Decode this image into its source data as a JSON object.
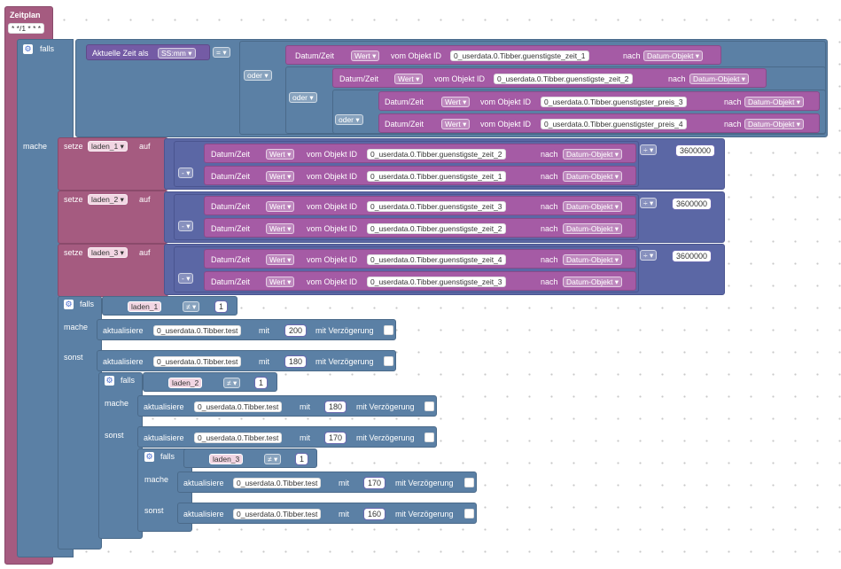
{
  "header": {
    "title": "Zeitplan",
    "cron": "* */1 * * *"
  },
  "kw": {
    "falls": "falls",
    "mache": "mache",
    "sonst": "sonst",
    "oder": "oder",
    "setze": "setze",
    "auf": "auf",
    "datum_zeit": "Datum/Zeit",
    "vom_objekt": "vom Objekt ID",
    "nach": "nach",
    "aktuelle_zeit": "Aktuelle Zeit als",
    "aktualisiere": "aktualisiere",
    "mit": "mit",
    "mit_verz": "mit Verzögerung"
  },
  "dropdowns": {
    "format": "SS:mm",
    "eq": "=",
    "oder": "oder",
    "wert": "Wert",
    "datum_objekt": "Datum-Objekt",
    "minus": "-",
    "div": "÷",
    "neq": "≠"
  },
  "objects": {
    "z1": "0_userdata.0.Tibber.guenstigste_zeit_1",
    "z2": "0_userdata.0.Tibber.guenstigste_zeit_2",
    "p3": "0_userdata.0.Tibber.guenstigster_preis_3",
    "p4": "0_userdata.0.Tibber.guenstigster_preis_4",
    "z3": "0_userdata.0.Tibber.guenstigste_zeit_3",
    "z4": "0_userdata.0.Tibber.guenstigste_zeit_4",
    "test": "0_userdata.0.Tibber.test"
  },
  "vars": {
    "l1": "laden_1",
    "l2": "laden_2",
    "l3": "laden_3"
  },
  "numbers": {
    "divisor": "3600000",
    "one": "1",
    "v200": "200",
    "v180": "180",
    "v170": "170",
    "v160": "160"
  },
  "icons": {
    "gear": "gear-icon",
    "dropdown": "triangle-down"
  },
  "colors": {
    "trigger": "#a55b80",
    "logic": "#5b80a5",
    "datetime": "#a55ba5",
    "math": "#5b67a5",
    "variable": "#a55b80"
  }
}
